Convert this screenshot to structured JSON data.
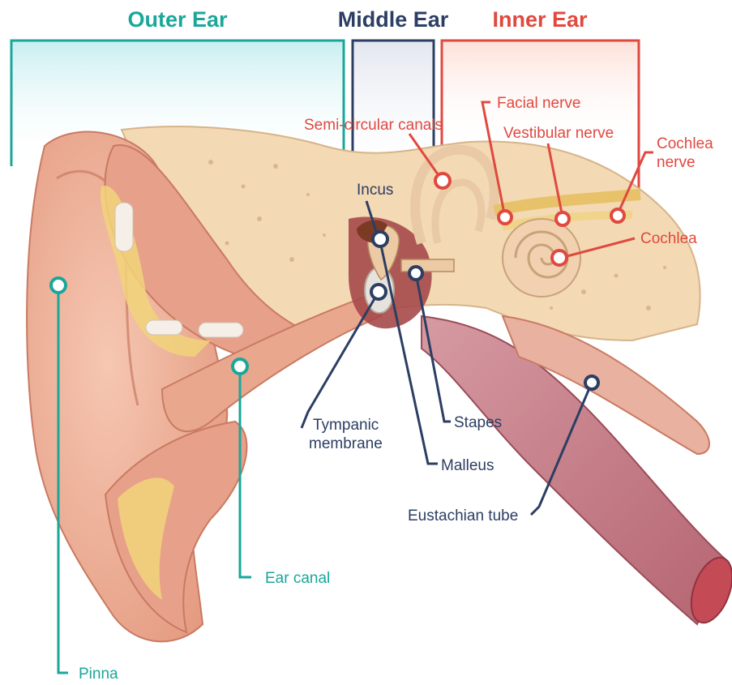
{
  "headings": {
    "outer": "Outer Ear",
    "middle": "Middle Ear",
    "inner": "Inner Ear"
  },
  "labels": {
    "semicircular_canals": "Semi-circular canals",
    "facial_nerve": "Facial nerve",
    "vestibular_nerve": "Vestibular nerve",
    "cochlea_nerve_1": "Cochlea",
    "cochlea_nerve_2": "nerve",
    "cochlea": "Cochlea",
    "incus": "Incus",
    "pinna": "Pinna",
    "ear_canal": "Ear canal",
    "tympanic_1": "Tympanic",
    "tympanic_2": "membrane",
    "stapes": "Stapes",
    "malleus": "Malleus",
    "eustachian_tube": "Eustachian tube"
  },
  "colors": {
    "outer": "#1aa79a",
    "middle": "#2c3e63",
    "inner": "#e0493f",
    "skin": "#f0b49a",
    "bone": "#f3d9b4",
    "tube": "#c97b86"
  }
}
